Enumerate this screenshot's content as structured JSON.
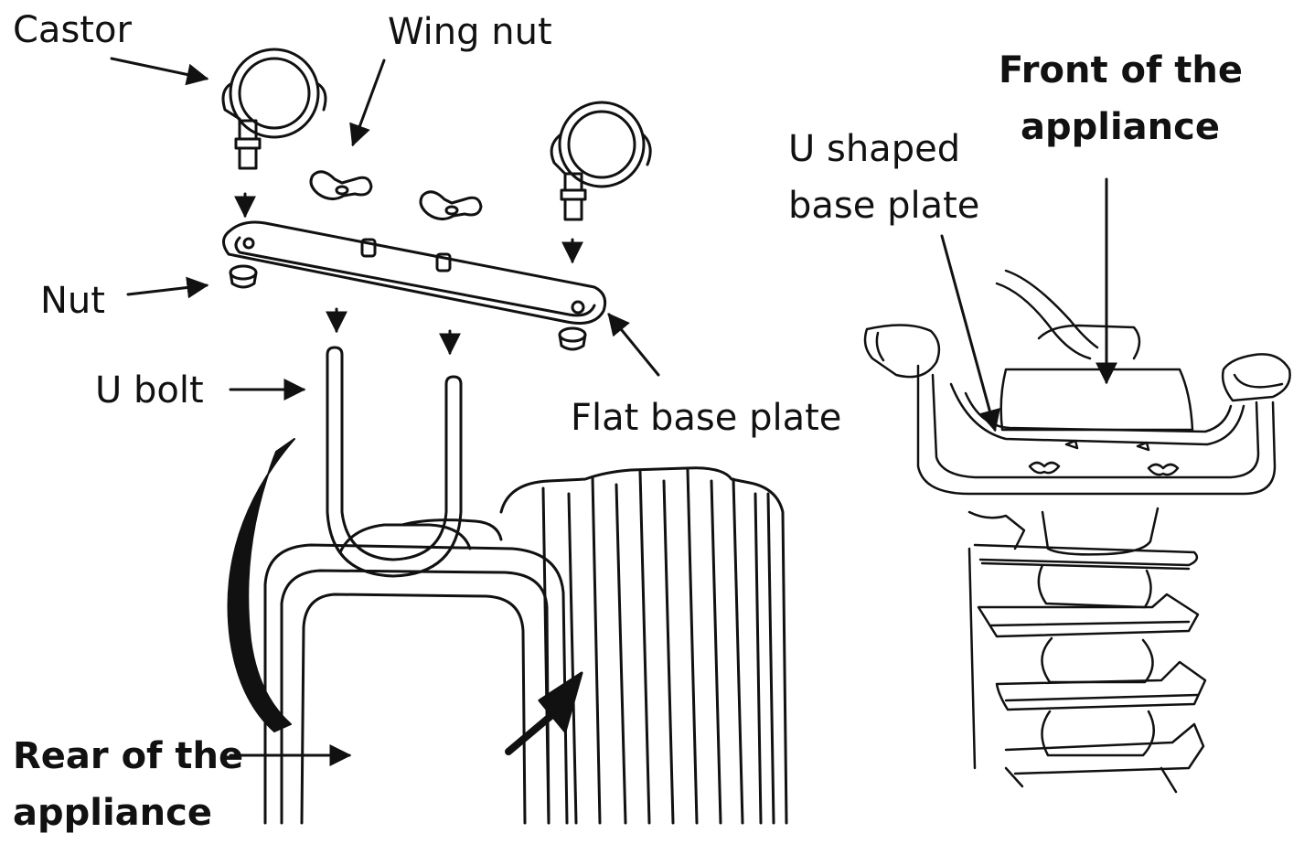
{
  "labels": {
    "castor": "Castor",
    "wing_nut": "Wing nut",
    "nut": "Nut",
    "u_bolt": "U bolt",
    "flat_base_plate": "Flat base plate",
    "u_shaped_base_plate_1": "U shaped",
    "u_shaped_base_plate_2": "base plate",
    "front_1": "Front of the",
    "front_2": "appliance",
    "rear_1": "Rear of the",
    "rear_2": "appliance"
  },
  "colors": {
    "ink": "#111111",
    "background": "#ffffff"
  }
}
